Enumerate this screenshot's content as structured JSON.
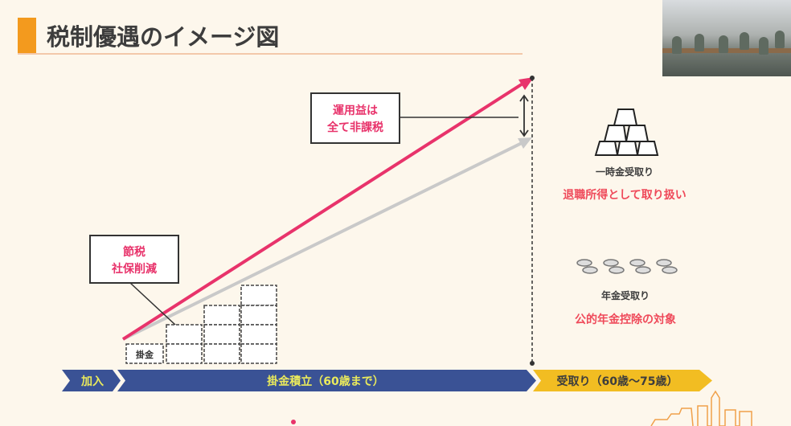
{
  "slide": {
    "title": "税制優遇のイメージ図",
    "callouts": {
      "investment_gain": [
        "運用益は",
        "全て非課税"
      ],
      "tax_saving": [
        "節税",
        "社保削減"
      ]
    },
    "contribution_box_label": "掛金",
    "timeline": {
      "join": "加入",
      "accumulate": "掛金積立（60歳まで）",
      "receive": "受取り（60歳〜75歳）"
    },
    "lump_sum": {
      "label": "一時金受取り",
      "note": "退職所得として取り扱い"
    },
    "pension": {
      "label": "年金受取り",
      "note": "公的年金控除の対象"
    }
  },
  "colors": {
    "accent_orange": "#f39a1e",
    "with_tax_benefit_line": "#e8336b",
    "without_line": "#c9c9c9",
    "timeline_navy": "#3a5295",
    "timeline_gold": "#f2bd22",
    "timeline_text": "#eaea5c",
    "note_red": "#ef4a5a"
  }
}
